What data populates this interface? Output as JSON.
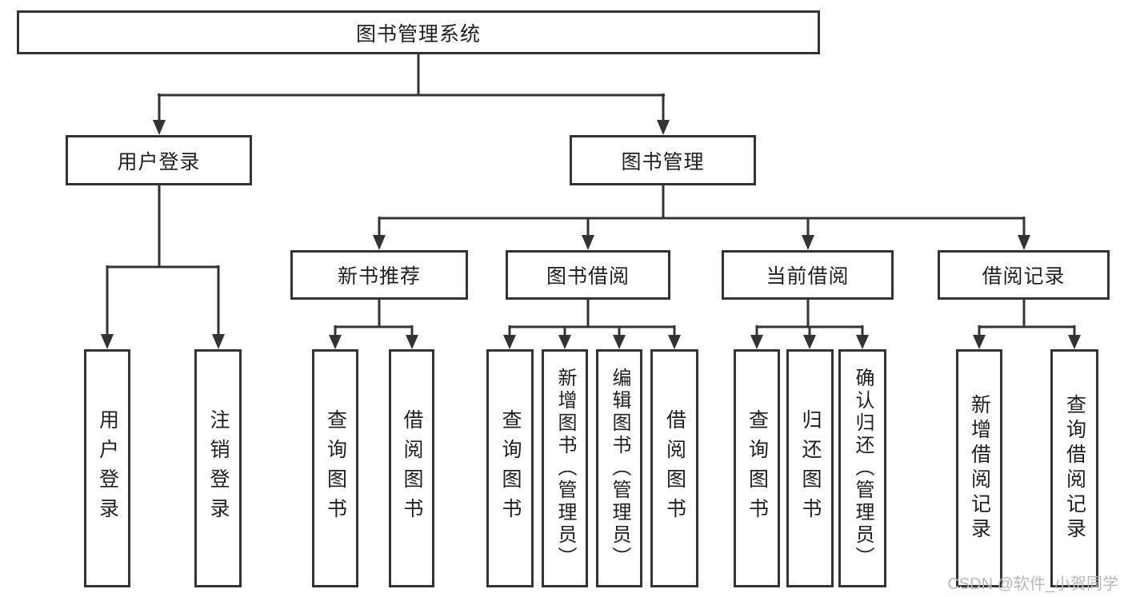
{
  "diagram": {
    "nodes": {
      "root": "图书管理系统",
      "user_login": "用户登录",
      "book_mgmt": "图书管理",
      "new_book_rec": "新书推荐",
      "book_borrow": "图书借阅",
      "current_borrow": "当前借阅",
      "borrow_records": "借阅记录",
      "leaf_user_login": "用户登录",
      "leaf_logout": "注销登录",
      "leaf_nb_query": "查询图书",
      "leaf_nb_borrow": "借阅图书",
      "leaf_bb_query": "查询图书",
      "leaf_bb_add": "新增图书（管理员）",
      "leaf_bb_edit": "编辑图书（管理员）",
      "leaf_bb_borrow": "借阅图书",
      "leaf_cb_query": "查询图书",
      "leaf_cb_return": "归还图书",
      "leaf_cb_confirm": "确认归还（管理员）",
      "leaf_br_add": "新增借阅记录",
      "leaf_br_query": "查询借阅记录"
    },
    "watermark": "CSDN @软件_小贺同学",
    "colors": {
      "line": "#333333",
      "text": "#1f1f1f",
      "watermark": "#b3b8be",
      "background": "#ffffff"
    }
  }
}
